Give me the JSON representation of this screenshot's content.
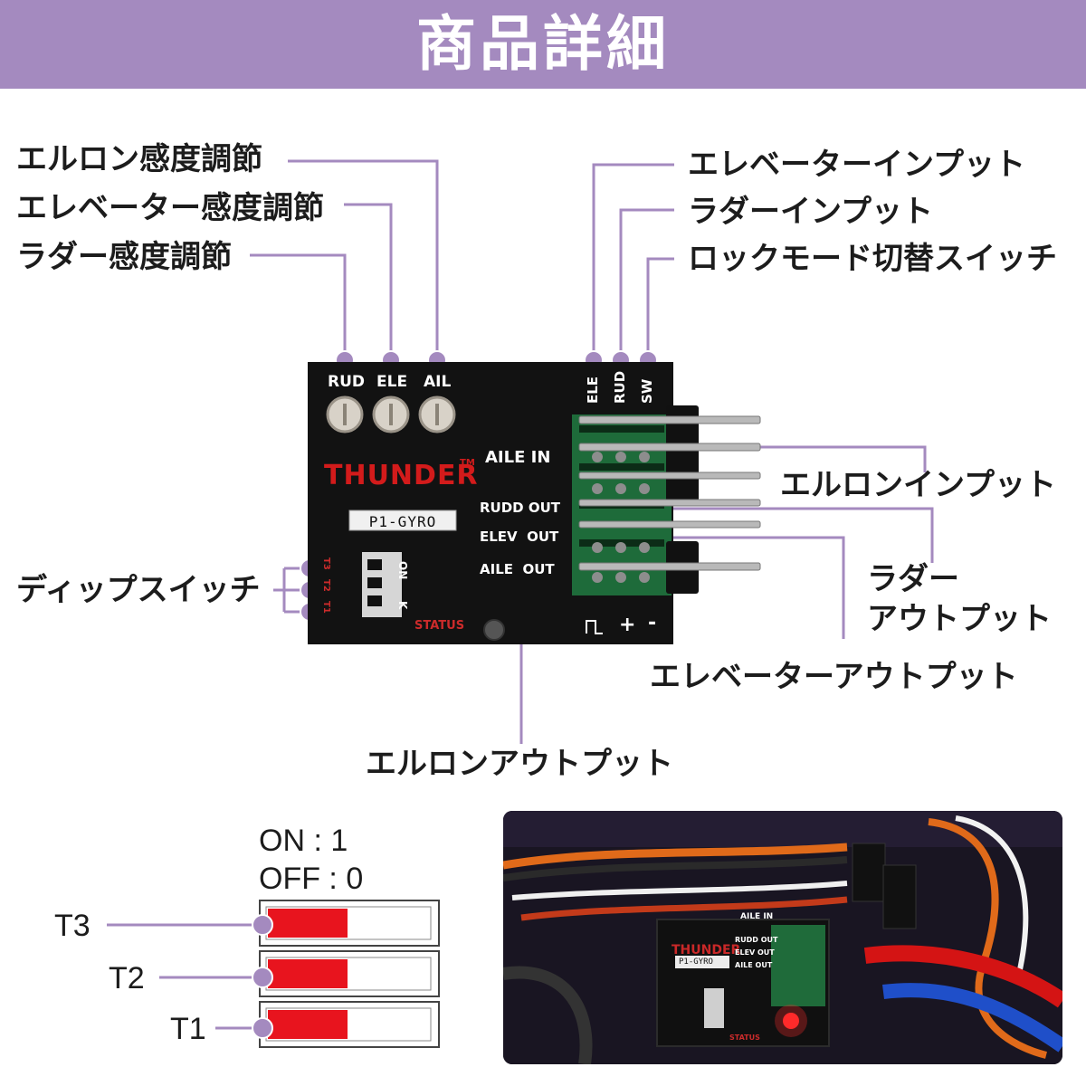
{
  "header": {
    "title": "商品詳細"
  },
  "labels": {
    "aileron_sensitivity": "エルロン感度調節",
    "elevator_sensitivity": "エレベーター感度調節",
    "rudder_sensitivity": "ラダー感度調節",
    "elevator_input": "エレベーターインプット",
    "rudder_input": "ラダーインプット",
    "lock_mode_switch": "ロックモード切替スイッチ",
    "aileron_input": "エルロンインプット",
    "rudder_output_line1": "ラダー",
    "rudder_output_line2": "アウトプット",
    "elevator_output": "エレベーターアウトプット",
    "aileron_output": "エルロンアウトプット",
    "dip_switch": "ディップスイッチ"
  },
  "board": {
    "knobs": [
      "RUD",
      "ELE",
      "AIL"
    ],
    "inputs_vertical": [
      "ELE",
      "RUD",
      "SW"
    ],
    "brand": "THUNDER",
    "trademark": "TM",
    "model": "P1-GYRO",
    "ports": [
      "AILE IN",
      "RUDD OUT",
      "ELEV  OUT",
      "AILE  OUT"
    ],
    "status": "STATUS",
    "dip_on": "ON",
    "dip_k": "K",
    "dip_pins": [
      "T3",
      "T2",
      "T1"
    ],
    "pin_symbols": [
      "⊓",
      "+",
      "-"
    ]
  },
  "dip_legend": {
    "on": "ON : 1",
    "off": "OFF : 0",
    "switches": [
      "T3",
      "T2",
      "T1"
    ]
  },
  "photo": {
    "board_labels": [
      "THUNDER",
      "P1-GYRO",
      "AILE IN",
      "RUDD OUT",
      "ELEV OUT",
      "AILE OUT",
      "STATUS"
    ]
  },
  "colors": {
    "accent": "#a48abf",
    "dip_on": "#e8141e",
    "board": "#111111"
  }
}
